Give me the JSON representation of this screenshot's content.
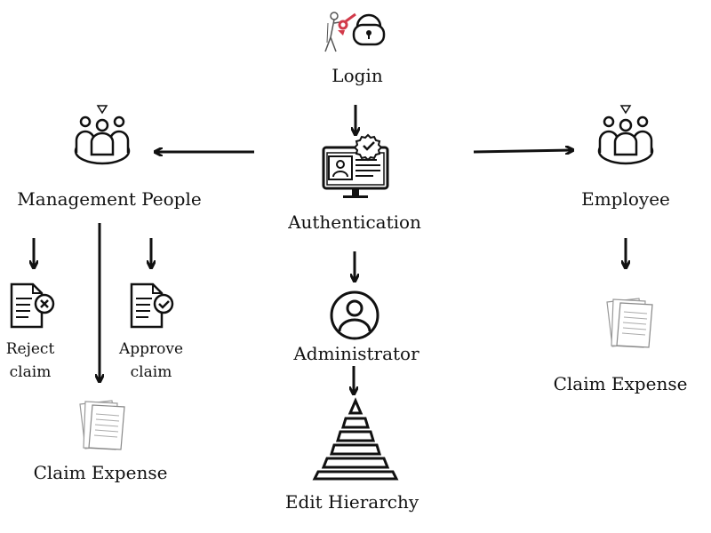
{
  "nodes": {
    "login": "Login",
    "authentication": "Authentication",
    "management": "Management People",
    "employee": "Employee",
    "administrator": "Administrator",
    "edit_hierarchy": "Edit Hierarchy",
    "reject_claim_line1": "Reject",
    "reject_claim_line2": "claim",
    "approve_claim_line1": "Approve",
    "approve_claim_line2": "claim",
    "claim_expense_left": "Claim Expense",
    "claim_expense_right": "Claim Expense"
  },
  "icons": {
    "login": "padlock-with-person-icon",
    "authentication": "id-verification-monitor-icon",
    "management": "people-group-icon",
    "employee": "people-group-icon",
    "administrator": "user-circle-icon",
    "edit_hierarchy": "pyramid-icon",
    "reject_claim": "document-reject-icon",
    "approve_claim": "document-approve-icon",
    "claim_expense": "document-stack-icon"
  },
  "colors": {
    "ink": "#111111",
    "accent": "#d23a4a",
    "muted": "#888888"
  }
}
